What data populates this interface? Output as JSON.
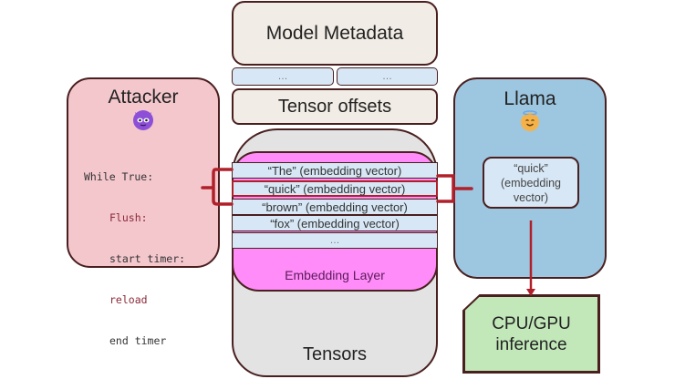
{
  "gguf": {
    "metadata_label": "Model Metadata",
    "kv_placeholders": [
      "…",
      "…"
    ],
    "tensor_offsets_label": "Tensor offsets",
    "tensors_label": "Tensors",
    "embedding_layer_label": "Embedding Layer",
    "embedding_rows": [
      "“The” (embedding vector)",
      "“quick” (embedding vector)",
      "“brown” (embedding vector)",
      "“fox” (embedding vector)",
      "…"
    ],
    "highlighted_row_index": 1
  },
  "attacker": {
    "title": "Attacker",
    "emoji": "smiling-face-with-horns",
    "code_lines": [
      {
        "text": "While True:",
        "indent": 0,
        "color": "dark"
      },
      {
        "text": "Flush:",
        "indent": 1,
        "color": "red"
      },
      {
        "text": "start timer:",
        "indent": 1,
        "color": "dark"
      },
      {
        "text": "reload",
        "indent": 1,
        "color": "red"
      },
      {
        "text": "end timer",
        "indent": 1,
        "color": "dark"
      }
    ]
  },
  "llama": {
    "title": "Llama",
    "emoji": "smiling-face-with-halo",
    "vector_box_lines": [
      "“quick”",
      "(embedding",
      "vector)"
    ]
  },
  "inference": {
    "lines": [
      "CPU/GPU",
      "inference"
    ]
  },
  "colors": {
    "accent_red": "#b0202a",
    "attacker_bg": "#f4c7cd",
    "llama_bg": "#9dc6e0",
    "embedding_bg": "#ff8cf8",
    "inference_bg": "#c2e8b9"
  }
}
